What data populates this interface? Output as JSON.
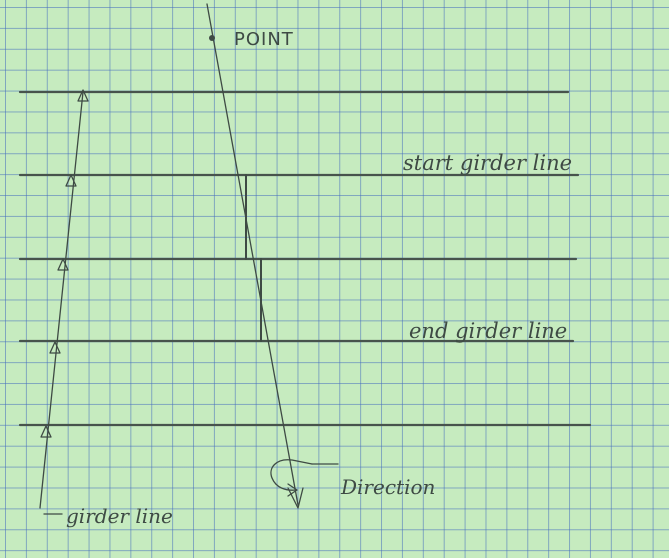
{
  "labels": {
    "point": "POINT",
    "start_girder_line": "start girder line",
    "end_girder_line": "end girder line",
    "direction": "Direction",
    "girder_line": "girder line"
  },
  "icons": {
    "point_marker": "filled-dot",
    "direction_arrow": "curved-arrow",
    "girder_arrows": "open-triangle-arrowheads"
  },
  "colors": {
    "paper": "#c6ebbf",
    "grid": "#466ebe",
    "ink": "#3e4a44"
  }
}
